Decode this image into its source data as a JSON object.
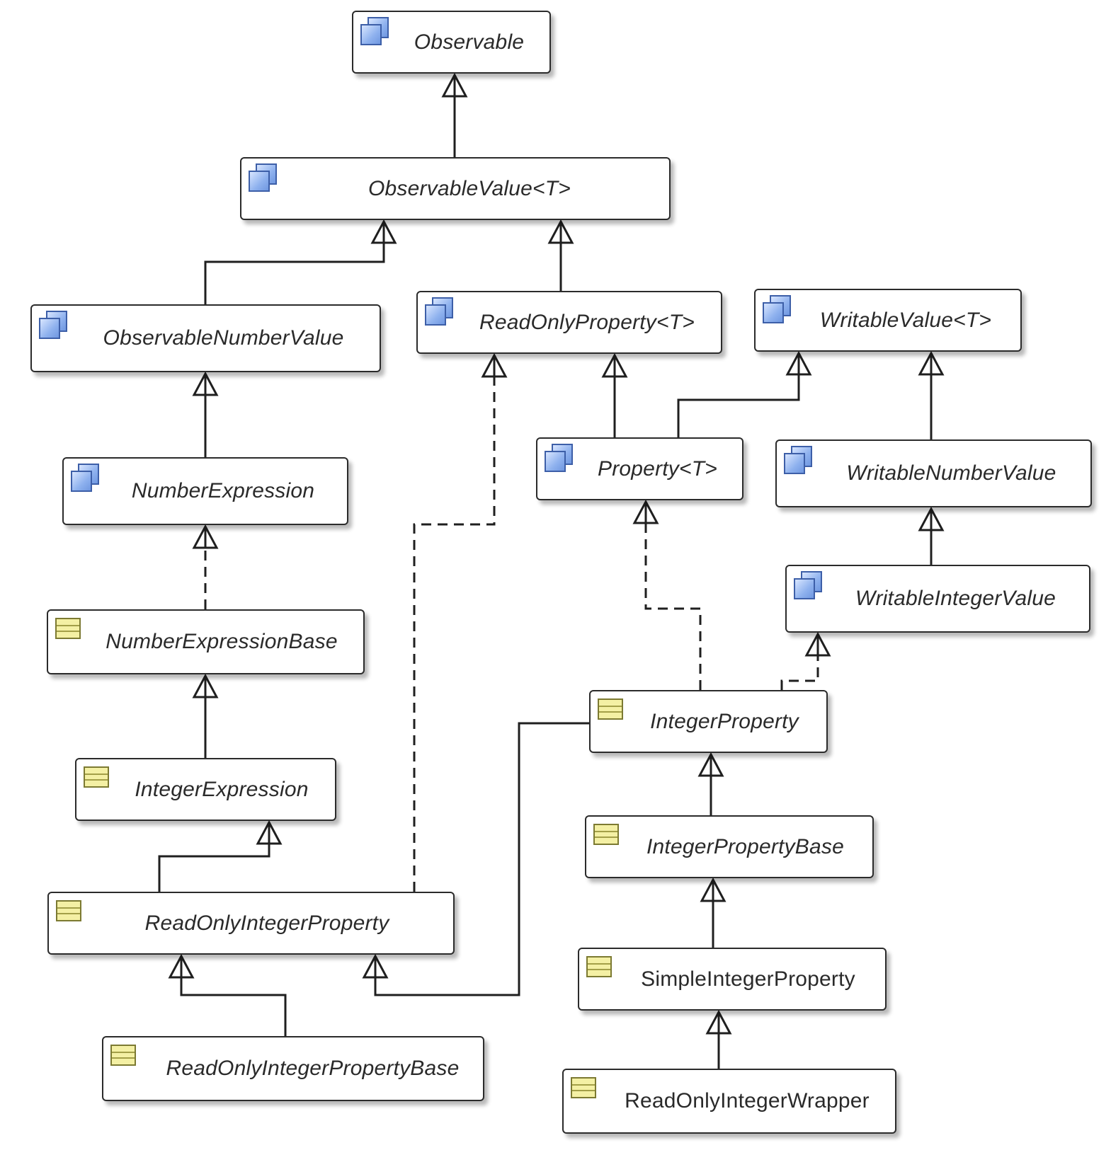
{
  "nodes": [
    {
      "id": "observable",
      "name": "Observable",
      "kind": "interface",
      "italic": true
    },
    {
      "id": "observable_value",
      "name": "ObservableValue<T>",
      "kind": "interface",
      "italic": true
    },
    {
      "id": "observable_number_value",
      "name": "ObservableNumberValue",
      "kind": "interface",
      "italic": true
    },
    {
      "id": "read_only_property",
      "name": "ReadOnlyProperty<T>",
      "kind": "interface",
      "italic": true
    },
    {
      "id": "writable_value",
      "name": "WritableValue<T>",
      "kind": "interface",
      "italic": true
    },
    {
      "id": "number_expression",
      "name": "NumberExpression",
      "kind": "interface",
      "italic": true
    },
    {
      "id": "property",
      "name": "Property<T>",
      "kind": "interface",
      "italic": true
    },
    {
      "id": "writable_number_value",
      "name": "WritableNumberValue",
      "kind": "interface",
      "italic": true
    },
    {
      "id": "writable_integer_value",
      "name": "WritableIntegerValue",
      "kind": "interface",
      "italic": true
    },
    {
      "id": "number_expression_base",
      "name": "NumberExpressionBase",
      "kind": "class",
      "italic": true
    },
    {
      "id": "integer_property",
      "name": "IntegerProperty",
      "kind": "class",
      "italic": true
    },
    {
      "id": "integer_expression",
      "name": "IntegerExpression",
      "kind": "class",
      "italic": true
    },
    {
      "id": "integer_property_base",
      "name": "IntegerPropertyBase",
      "kind": "class",
      "italic": true
    },
    {
      "id": "read_only_integer_property",
      "name": "ReadOnlyIntegerProperty",
      "kind": "class",
      "italic": true
    },
    {
      "id": "simple_integer_property",
      "name": "SimpleIntegerProperty",
      "kind": "class",
      "italic": false
    },
    {
      "id": "read_only_integer_property_base",
      "name": "ReadOnlyIntegerPropertyBase",
      "kind": "class",
      "italic": true
    },
    {
      "id": "read_only_integer_wrapper",
      "name": "ReadOnlyIntegerWrapper",
      "kind": "class",
      "italic": false
    }
  ],
  "edges": [
    {
      "from": "observable_value",
      "to": "observable",
      "style": "solid"
    },
    {
      "from": "observable_number_value",
      "to": "observable_value",
      "style": "solid"
    },
    {
      "from": "read_only_property",
      "to": "observable_value",
      "style": "solid"
    },
    {
      "from": "number_expression",
      "to": "observable_number_value",
      "style": "solid"
    },
    {
      "from": "property",
      "to": "read_only_property",
      "style": "solid"
    },
    {
      "from": "property",
      "to": "writable_value",
      "style": "solid"
    },
    {
      "from": "writable_number_value",
      "to": "writable_value",
      "style": "solid"
    },
    {
      "from": "writable_integer_value",
      "to": "writable_number_value",
      "style": "solid"
    },
    {
      "from": "number_expression_base",
      "to": "number_expression",
      "style": "dashed"
    },
    {
      "from": "integer_expression",
      "to": "number_expression_base",
      "style": "solid"
    },
    {
      "from": "read_only_integer_property",
      "to": "integer_expression",
      "style": "solid"
    },
    {
      "from": "read_only_integer_property",
      "to": "read_only_property",
      "style": "dashed"
    },
    {
      "from": "integer_property",
      "to": "property",
      "style": "dashed"
    },
    {
      "from": "integer_property",
      "to": "writable_integer_value",
      "style": "dashed"
    },
    {
      "from": "integer_property",
      "to": "read_only_integer_property",
      "style": "solid"
    },
    {
      "from": "integer_property_base",
      "to": "integer_property",
      "style": "solid"
    },
    {
      "from": "simple_integer_property",
      "to": "integer_property_base",
      "style": "solid"
    },
    {
      "from": "read_only_integer_wrapper",
      "to": "simple_integer_property",
      "style": "solid"
    },
    {
      "from": "read_only_integer_property_base",
      "to": "read_only_integer_property",
      "style": "solid"
    }
  ]
}
